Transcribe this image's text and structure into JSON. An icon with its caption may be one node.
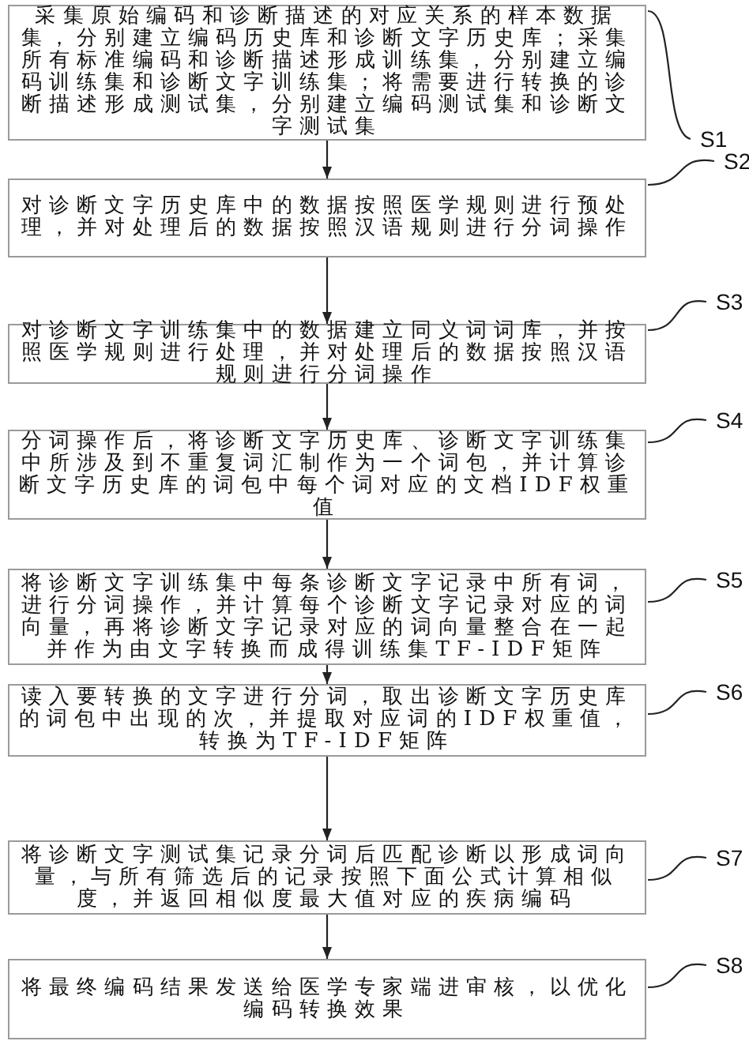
{
  "diagram": {
    "nodes": [
      {
        "text": [
          "采集原始编码和诊断描述的对应关系的样本数据集，分别建立编码历史库和诊断文字历史库；采集所有标准编码和诊断描述形成训练集，分别建立编码训练集和诊断文字训练集；将需要进行转换的诊断描述形成测试集，分别建立编码测试集和诊断文字测试集"
        ]
      },
      {
        "text": [
          "对诊断文字历史库中的数据按照医学规则进行预处理，并对处理后的数据按照汉语规则进行分词操作"
        ]
      },
      {
        "text": [
          "对诊断文字训练集中的数据建立同义词词库，并按照医学规则进行处理，并对处理后的数据按照汉语规则进行分词操作"
        ]
      },
      {
        "text": [
          "分词操作后，将诊断文字历史库、诊断文字训练集中所涉及到不重复词汇制作为一个词包，并计算诊断文字历史库的词包中每个词对应的文档IDF权重值"
        ]
      },
      {
        "text": [
          "将诊断文字训练集中每条诊断文字记录中所有词，进行分词操作，并计算每个诊断文字记录对应的词向量，再将诊断文字记录对应的词向量整合在一起并作为由文字转换而成得训练集TF-IDF矩阵"
        ]
      },
      {
        "text": [
          "读入要转换的文字进行分词，取出诊断文字历史库的词包中出现的次，并提取对应词的IDF权重值，转换为TF-IDF矩阵"
        ]
      },
      {
        "text": [
          "将诊断文字测试集记录分词后匹配诊断以形成词向量，与所有筛选后的记录按照下面公式计算相似度，并返回相似度最大值对应的疾病编码"
        ]
      },
      {
        "text": [
          "将最终编码结果发送给医学专家端进审核，以优化编码转换效果"
        ]
      },
      {
        "text": [
          "S1"
        ]
      },
      {
        "text": [
          "S2"
        ]
      },
      {
        "text": [
          "S3"
        ]
      },
      {
        "text": [
          "S4"
        ]
      },
      {
        "text": [
          "S5"
        ]
      },
      {
        "text": [
          "S6"
        ]
      },
      {
        "text": [
          "S7"
        ]
      },
      {
        "text": [
          "S8"
        ]
      }
    ],
    "edges": [
      {
        "from": 0,
        "to": 1,
        "arrow": "to"
      },
      {
        "from": 1,
        "to": 2,
        "arrow": "to"
      },
      {
        "from": 2,
        "to": 3,
        "arrow": "to"
      },
      {
        "from": 3,
        "to": 4,
        "arrow": "to"
      },
      {
        "from": 4,
        "to": 5,
        "arrow": "to"
      },
      {
        "from": 5,
        "to": 6,
        "arrow": "to"
      },
      {
        "from": 6,
        "to": 7,
        "arrow": "to"
      },
      {
        "from": 8,
        "to": 0,
        "arrow": "none"
      },
      {
        "from": 9,
        "to": 1,
        "arrow": "none"
      },
      {
        "from": 10,
        "to": 2,
        "arrow": "none"
      },
      {
        "from": 11,
        "to": 3,
        "arrow": "none"
      },
      {
        "from": 12,
        "to": 4,
        "arrow": "none"
      },
      {
        "from": 13,
        "to": 5,
        "arrow": "none"
      },
      {
        "from": 14,
        "to": 6,
        "arrow": "none"
      },
      {
        "from": 15,
        "to": 7,
        "arrow": "none"
      }
    ]
  }
}
